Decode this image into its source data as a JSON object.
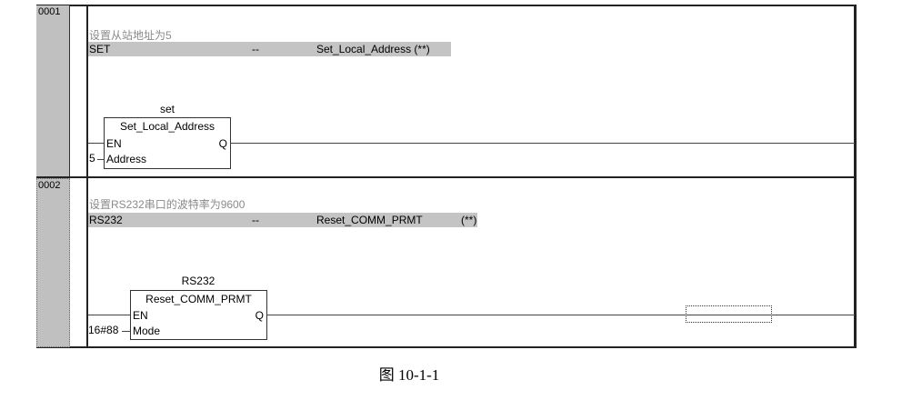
{
  "rungs": [
    {
      "number": "0001",
      "comment": "设置从站地址为5",
      "instance": "SET",
      "sep": "--",
      "type": "Set_Local_Address (**)",
      "block": {
        "instance": "set",
        "type": "Set_Local_Address",
        "en": "EN",
        "q": "Q",
        "param": "Address",
        "param_value": "5"
      }
    },
    {
      "number": "0002",
      "comment": "设置RS232串口的波特率为9600",
      "instance": "RS232",
      "sep": "--",
      "type": "Reset_COMM_PRMT",
      "note": "(**)",
      "block": {
        "instance": "RS232",
        "type": "Reset_COMM_PRMT",
        "en": "EN",
        "q": "Q",
        "param": "Mode",
        "param_value": "16#88"
      }
    }
  ],
  "caption": "图 10-1-1"
}
